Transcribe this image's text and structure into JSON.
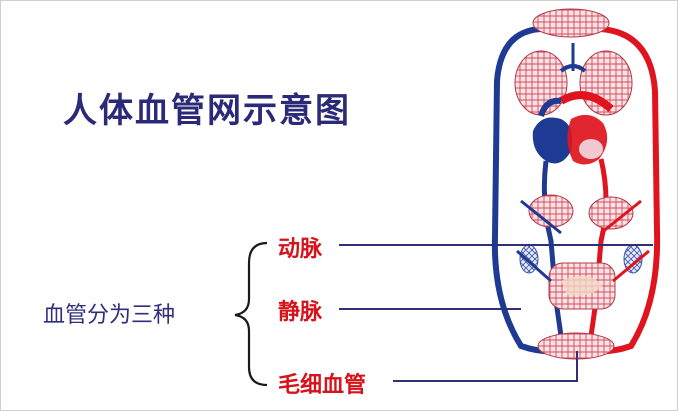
{
  "title": "人体血管网示意图",
  "classification": {
    "heading": "血管分为三种",
    "types": [
      "动脉",
      "静脉",
      "毛细血管"
    ]
  },
  "colors": {
    "title": "#2b2a78",
    "heading": "#2f2f7a",
    "type_label": "#d6121b",
    "artery": "#e0141e",
    "vein": "#1f3a93",
    "leader_line": "#2f2f7a"
  }
}
